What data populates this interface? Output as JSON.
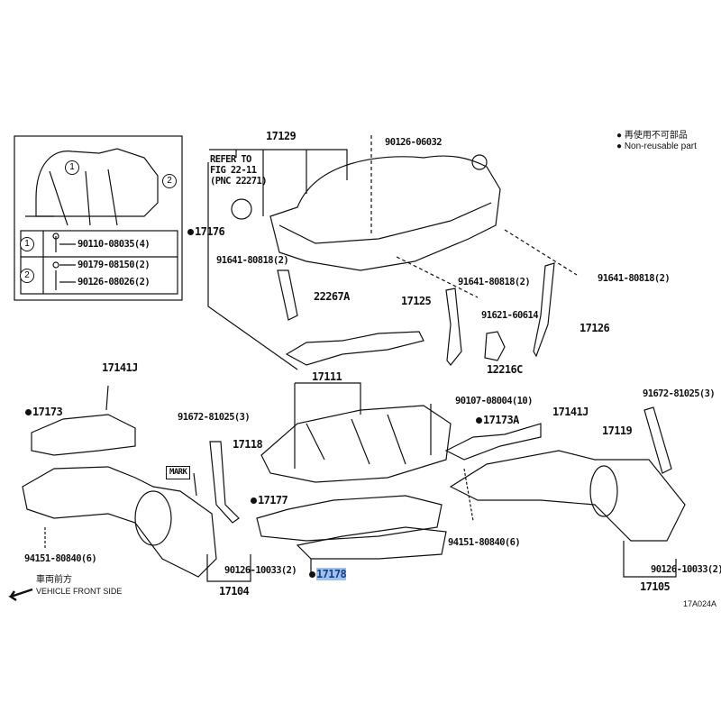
{
  "legend": {
    "jp": "再使用不可部品",
    "en": "Non-reusable part"
  },
  "inset": {
    "markers": [
      "1",
      "2"
    ],
    "rows": [
      {
        "marker": "1",
        "parts": [
          "90110-08035(4)"
        ]
      },
      {
        "marker": "2",
        "parts": [
          "90179-08150(2)",
          "90126-08026(2)"
        ]
      }
    ]
  },
  "refer": {
    "line1": "REFER TO",
    "line2": "FIG 22-11",
    "line3": "(PNC 22271)"
  },
  "labels": {
    "p17129": "17129",
    "p90126_06032": "90126-06032",
    "p17176": "17176",
    "p91641_a": "91641-80818(2)",
    "p22267A": "22267A",
    "p91641_b": "91641-80818(2)",
    "p17125": "17125",
    "p91621": "91621-60614",
    "p17126": "17126",
    "p12216C": "12216C",
    "p91641_c": "91641-80818(2)",
    "p17141J_a": "17141J",
    "p17173": "17173",
    "p17111": "17111",
    "p90107": "90107-08004(10)",
    "p17141J_b": "17141J",
    "p17173A": "17173A",
    "p91672_a": "91672-81025(3)",
    "p17118": "17118",
    "p91672_b": "91672-81025(3)",
    "p17119": "17119",
    "mark": "MARK",
    "p17177": "17177",
    "p94151_a": "94151-80840(6)",
    "p94151_b": "94151-80840(6)",
    "p90126_a": "90126-10033(2)",
    "p17178": "17178",
    "p17104": "17104",
    "p90126_b": "90126-10033(2)",
    "p17105": "17105"
  },
  "direction": {
    "jp": "車両前方",
    "en": "VEHICLE FRONT SIDE"
  },
  "figure_id": "17A024A",
  "highlight_color": "#9cc3f0"
}
